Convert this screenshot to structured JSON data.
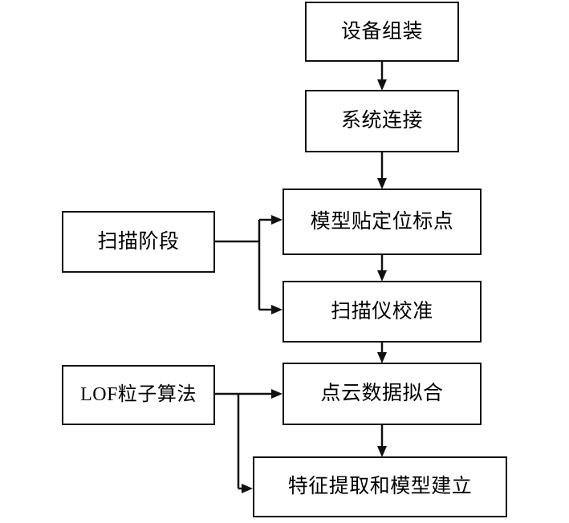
{
  "diagram": {
    "title": "3D Scanning and Modeling Workflow Flowchart",
    "type": "flowchart",
    "orientation": "top-to-bottom",
    "background_color": "#ffffff",
    "line_color": "#111111",
    "text_color": "#000000",
    "nodes": [
      {
        "id": "equip-assembly",
        "label": "设备组装",
        "shape": "rectangle",
        "column": "main"
      },
      {
        "id": "system-connect",
        "label": "系统连接",
        "shape": "rectangle",
        "column": "main"
      },
      {
        "id": "marker-attach",
        "label": "模型贴定位标点",
        "shape": "rectangle",
        "column": "main"
      },
      {
        "id": "scan-stage",
        "label": "扫描阶段",
        "shape": "rectangle",
        "column": "side"
      },
      {
        "id": "scanner-calib",
        "label": "扫描仪校准",
        "shape": "rectangle",
        "column": "main"
      },
      {
        "id": "lof-algorithm",
        "label": "LOF粒子算法",
        "shape": "rectangle",
        "column": "side"
      },
      {
        "id": "pointcloud-fit",
        "label": "点云数据拟合",
        "shape": "rectangle",
        "column": "main"
      },
      {
        "id": "feature-model",
        "label": "特征提取和模型建立",
        "shape": "rectangle",
        "column": "main"
      }
    ],
    "edges": [
      {
        "from": "equip-assembly",
        "to": "system-connect",
        "style": "arrow",
        "direction": "down"
      },
      {
        "from": "system-connect",
        "to": "marker-attach",
        "style": "arrow",
        "direction": "down"
      },
      {
        "from": "marker-attach",
        "to": "scanner-calib",
        "style": "arrow",
        "direction": "down"
      },
      {
        "from": "scan-stage",
        "to": "marker-attach",
        "style": "arrow",
        "direction": "right-branch-up"
      },
      {
        "from": "scan-stage",
        "to": "scanner-calib",
        "style": "arrow",
        "direction": "right-branch-down"
      },
      {
        "from": "scanner-calib",
        "to": "pointcloud-fit",
        "style": "arrow",
        "direction": "down"
      },
      {
        "from": "lof-algorithm",
        "to": "pointcloud-fit",
        "style": "arrow",
        "direction": "right"
      },
      {
        "from": "lof-algorithm",
        "to": "feature-model",
        "style": "arrow",
        "direction": "right-branch-down"
      },
      {
        "from": "pointcloud-fit",
        "to": "feature-model",
        "style": "arrow",
        "direction": "down"
      }
    ]
  }
}
